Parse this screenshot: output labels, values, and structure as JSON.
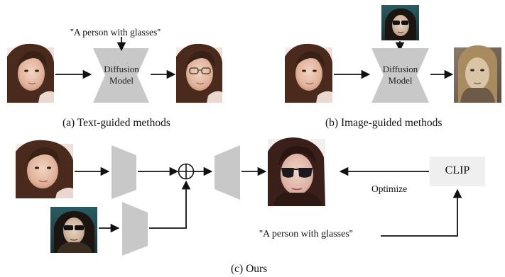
{
  "panel_a": {
    "prompt": "''A person with glasses''",
    "model_line1": "Diffusion",
    "model_line2": "Model",
    "caption": "(a) Text-guided methods"
  },
  "panel_b": {
    "model_line1": "Diffusion",
    "model_line2": "Model",
    "caption": "(b) Image-guided methods"
  },
  "panel_c": {
    "clip_label": "CLIP",
    "optimize_label": "Optimize",
    "prompt": "''A person with glasses''",
    "caption": "(c) Ours"
  },
  "colors": {
    "block_gray": "#c8c8c8",
    "clip_bg": "#efefef",
    "arrow": "#111111"
  }
}
